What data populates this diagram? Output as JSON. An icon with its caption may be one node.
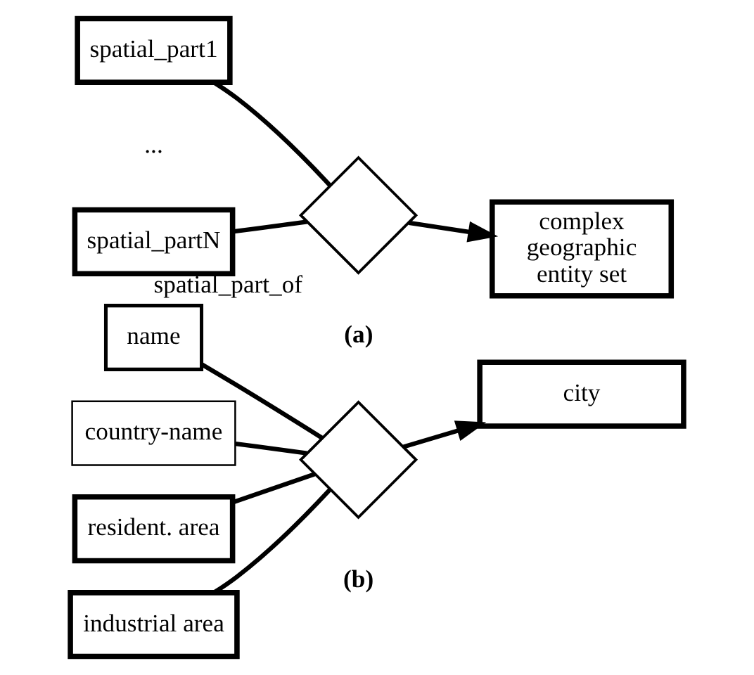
{
  "diagram": {
    "nodes": [
      {
        "text": [
          "spatial_part1"
        ]
      },
      {
        "text": [
          "spatial_partN"
        ]
      },
      {
        "text": [],
        "shape": "diamond",
        "beside": [
          "spatial_part_of"
        ]
      },
      {
        "text": [
          "complex geographic entity set"
        ]
      },
      {
        "text": [
          "name"
        ]
      },
      {
        "text": [
          "country-name"
        ]
      },
      {
        "text": [
          "resident. area"
        ]
      },
      {
        "text": [
          "industrial area"
        ]
      },
      {
        "text": [],
        "shape": "diamond"
      },
      {
        "text": [
          "city"
        ]
      }
    ],
    "edges": [
      {
        "from": 0,
        "to": 2,
        "arrow": "none"
      },
      {
        "from": 1,
        "to": 2,
        "arrow": "none"
      },
      {
        "from": 2,
        "to": 3,
        "arrow": "to"
      },
      {
        "from": 4,
        "to": 8,
        "arrow": "none"
      },
      {
        "from": 5,
        "to": 8,
        "arrow": "none"
      },
      {
        "from": 6,
        "to": 8,
        "arrow": "none"
      },
      {
        "from": 7,
        "to": 8,
        "arrow": "none"
      },
      {
        "from": 8,
        "to": 9,
        "arrow": "to"
      }
    ],
    "labels": [
      "...",
      "(a)",
      "(b)"
    ]
  }
}
